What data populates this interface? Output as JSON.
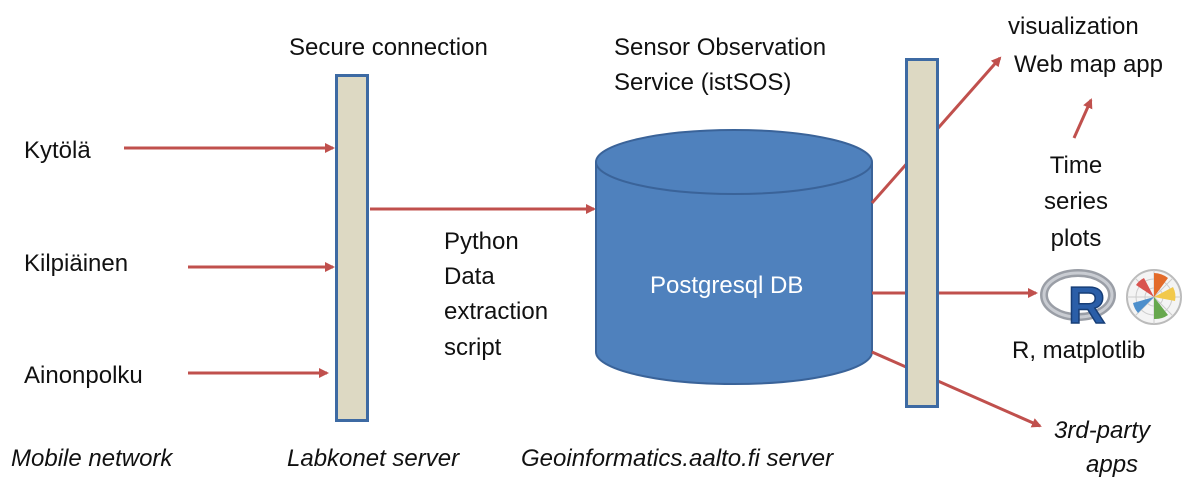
{
  "inputs": {
    "kytola": "Kytölä",
    "kilpiainen": "Kilpiäinen",
    "ainonpolku": "Ainonpolku"
  },
  "secure_connection": "Secure connection",
  "sos": {
    "line1": "Sensor Observation",
    "line2": "Service (istSOS)"
  },
  "script": {
    "line1": "Python",
    "line2": "Data",
    "line3": "extraction",
    "line4": "script"
  },
  "database": "Postgresql DB",
  "outputs": {
    "visualization_line1": "visualization",
    "visualization_line2": "Web map app",
    "timeseries_line1": "Time",
    "timeseries_line2": "series",
    "timeseries_line3": "plots",
    "r_matplotlib": "R, matplotlib",
    "thirdparty_line1": "3rd-party",
    "thirdparty_line2": "apps",
    "r_logo_letter": "R"
  },
  "footer": {
    "mobile_network": "Mobile network",
    "labkonet_server": "Labkonet server",
    "geoinformatics_server": "Geoinformatics.aalto.fi server"
  },
  "colors": {
    "arrow": "#c0504d",
    "db_fill": "#4f81bd",
    "db_stroke": "#3a6399",
    "bar_fill": "#ddd9c3",
    "bar_stroke": "#3d6aa3"
  }
}
